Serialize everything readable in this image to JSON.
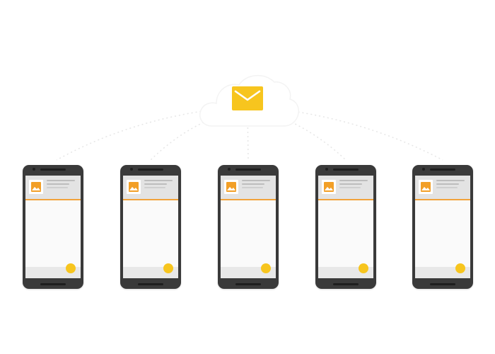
{
  "diagram": {
    "source": {
      "icon": "envelope-icon",
      "container": "cloud"
    },
    "targets": [
      {
        "id": "phone-1",
        "notification_icon": "image-icon"
      },
      {
        "id": "phone-2",
        "notification_icon": "image-icon"
      },
      {
        "id": "phone-3",
        "notification_icon": "image-icon"
      },
      {
        "id": "phone-4",
        "notification_icon": "image-icon"
      },
      {
        "id": "phone-5",
        "notification_icon": "image-icon"
      }
    ],
    "connector_style": "dotted"
  },
  "colors": {
    "envelope": "#f7c51e",
    "accent_line": "#f2a23a",
    "image_tile": "#f29f27",
    "fab": "#f7c51e",
    "phone_body": "#3a3a3a",
    "notification_bg": "#e3e3e3"
  }
}
